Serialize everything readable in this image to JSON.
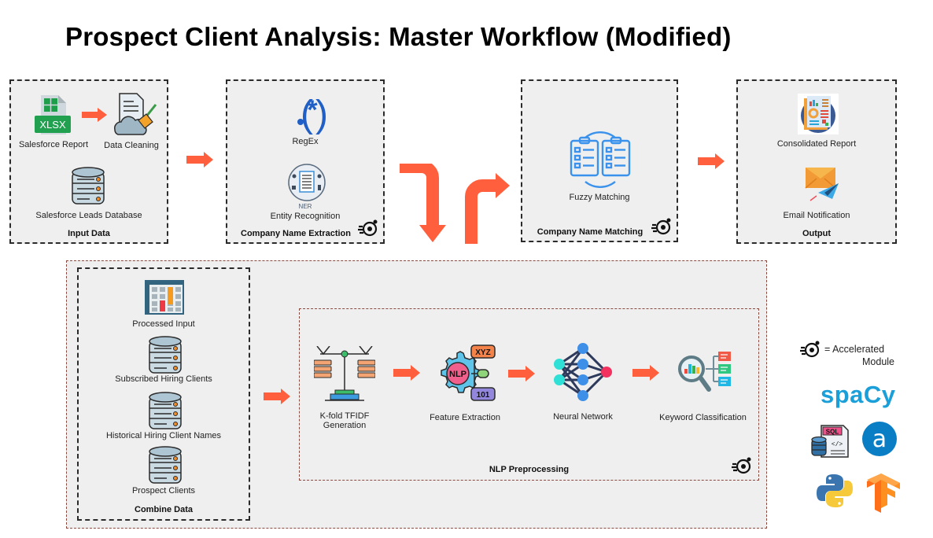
{
  "title": "Prospect Client Analysis: Master Workflow (Modified)",
  "colors": {
    "arrow": "#ff5f3c",
    "box_bg": "#efefef",
    "box_border": "#2b2b2b",
    "outer_border": "#8a4a3f",
    "spacy": "#1a9fd8"
  },
  "stages": {
    "input_data": {
      "title": "Input Data",
      "items": [
        "Salesforce Report",
        "Data Cleaning",
        "Salesforce Leads Database"
      ],
      "accelerated": false
    },
    "company_name_extraction": {
      "title": "Company Name Extraction",
      "items": [
        "RegEx",
        "Entity Recognition"
      ],
      "ner_badge": "NER",
      "accelerated": true
    },
    "company_name_matching": {
      "title": "Company Name Matching",
      "items": [
        "Fuzzy Matching"
      ],
      "accelerated": true
    },
    "output": {
      "title": "Output",
      "items": [
        "Consolidated Report",
        "Email Notification"
      ],
      "accelerated": false
    },
    "combine_data": {
      "title": "Combine Data",
      "items": [
        "Processed Input",
        "Subscribed Hiring Clients",
        "Historical Hiring Client Names",
        "Prospect Clients"
      ]
    },
    "nlp_preprocessing": {
      "title": "NLP Preprocessing",
      "items": [
        "K-fold TFIDF",
        "Generation",
        "Feature Extraction",
        "Neural Network",
        "Keyword Classification"
      ],
      "feature_badges": [
        "XYZ",
        "NLP",
        "101"
      ],
      "accelerated": true
    }
  },
  "xlsx_label": "XLSX",
  "legend": {
    "accelerated_line1": "= Accelerated",
    "accelerated_line2": "Module",
    "spacy": "spaCy",
    "sql_badge": "SQL",
    "sql_code": "</>",
    "alteryx_letter": "a"
  }
}
